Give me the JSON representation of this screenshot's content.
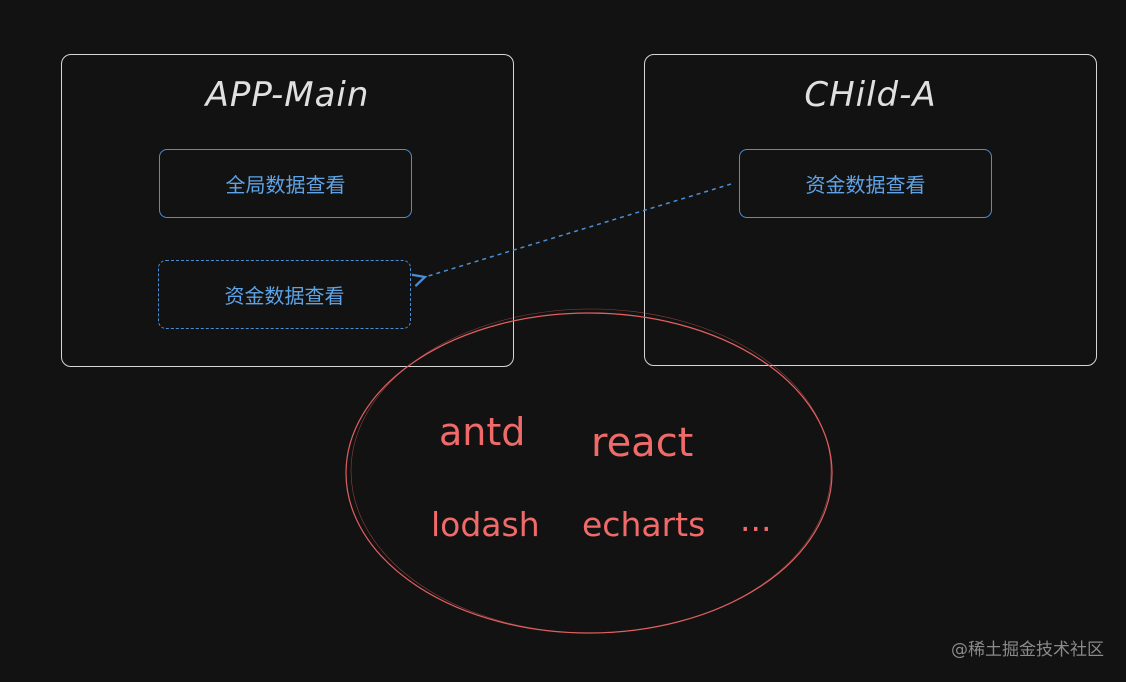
{
  "frames": {
    "main": {
      "title": "APP-Main"
    },
    "child": {
      "title": "CHild-A"
    }
  },
  "nodes": {
    "global_view": "全局数据查看",
    "fund_view_main": "资金数据查看",
    "fund_view_child": "资金数据查看"
  },
  "shared_libs": {
    "items": [
      "antd",
      "react",
      "lodash",
      "echarts",
      "..."
    ]
  },
  "watermark": "@稀土掘金技术社区",
  "colors": {
    "background": "#121212",
    "frame_border": "#d6d6d6",
    "node_blue": "#4a8fd6",
    "lib_red": "#f06a6a"
  }
}
